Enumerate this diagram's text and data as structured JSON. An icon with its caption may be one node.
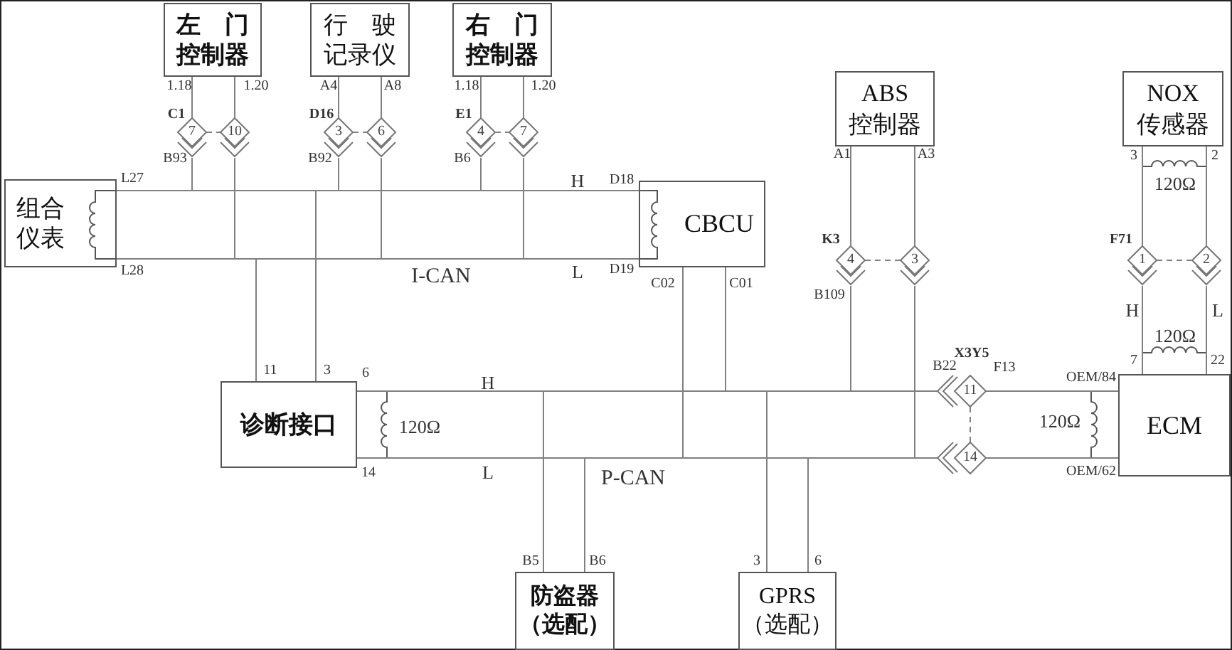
{
  "diagram": {
    "nodes": [
      {
        "text": [
          "左门",
          "控制器"
        ]
      },
      {
        "text": [
          "行驶",
          "记录仪"
        ]
      },
      {
        "text": [
          "右门",
          "控制器"
        ]
      },
      {
        "text": [
          "ABS 控制器"
        ]
      },
      {
        "text": [
          "NOX 传感器"
        ]
      },
      {
        "text": [
          "组合仪表"
        ]
      },
      {
        "text": [
          "CBCU"
        ]
      },
      {
        "text": [
          "诊断接口"
        ]
      },
      {
        "text": [
          "ECM"
        ]
      },
      {
        "text": [
          "防盗器（选配）"
        ]
      },
      {
        "text": [
          "GPRS（选配）"
        ]
      },
      {
        "text": [
          "7"
        ],
        "beside": [
          "C1",
          "B93"
        ]
      },
      {
        "text": [
          "10"
        ]
      },
      {
        "text": [
          "3"
        ],
        "beside": [
          "D16",
          "B92"
        ]
      },
      {
        "text": [
          "6"
        ]
      },
      {
        "text": [
          "4"
        ],
        "beside": [
          "E1",
          "B6"
        ]
      },
      {
        "text": [
          "7"
        ]
      },
      {
        "text": [
          "4"
        ],
        "beside": [
          "K3",
          "B109"
        ]
      },
      {
        "text": [
          "3"
        ]
      },
      {
        "text": [
          "1"
        ],
        "beside": [
          "F71"
        ]
      },
      {
        "text": [
          "2"
        ]
      },
      {
        "text": [
          "11"
        ],
        "beside": [
          "X3Y5",
          "B22",
          "F13"
        ]
      },
      {
        "text": [
          "14"
        ]
      }
    ],
    "edges": [
      {
        "from": 0,
        "to": 11,
        "arrow": "none"
      },
      {
        "from": 0,
        "to": 12,
        "arrow": "none"
      },
      {
        "from": 11,
        "to": 12,
        "arrow": "none",
        "style": "dashed"
      },
      {
        "from": 1,
        "to": 13,
        "arrow": "none"
      },
      {
        "from": 1,
        "to": 14,
        "arrow": "none"
      },
      {
        "from": 13,
        "to": 14,
        "arrow": "none",
        "style": "dashed"
      },
      {
        "from": 2,
        "to": 15,
        "arrow": "none"
      },
      {
        "from": 2,
        "to": 16,
        "arrow": "none"
      },
      {
        "from": 15,
        "to": 16,
        "arrow": "none",
        "style": "dashed"
      },
      {
        "from": 5,
        "to": 6,
        "arrow": "none"
      },
      {
        "from": 5,
        "to": 6,
        "arrow": "none"
      },
      {
        "from": 11,
        "to": 6,
        "arrow": "none"
      },
      {
        "from": 12,
        "to": 6,
        "arrow": "none"
      },
      {
        "from": 13,
        "to": 6,
        "arrow": "none"
      },
      {
        "from": 14,
        "to": 6,
        "arrow": "none"
      },
      {
        "from": 15,
        "to": 6,
        "arrow": "none"
      },
      {
        "from": 16,
        "to": 6,
        "arrow": "none"
      },
      {
        "from": 7,
        "to": 6,
        "arrow": "none"
      },
      {
        "from": 7,
        "to": 6,
        "arrow": "none"
      },
      {
        "from": 3,
        "to": 17,
        "arrow": "none"
      },
      {
        "from": 3,
        "to": 18,
        "arrow": "none"
      },
      {
        "from": 17,
        "to": 18,
        "arrow": "none",
        "style": "dashed"
      },
      {
        "from": 4,
        "to": 19,
        "arrow": "none"
      },
      {
        "from": 4,
        "to": 20,
        "arrow": "none"
      },
      {
        "from": 19,
        "to": 20,
        "arrow": "none",
        "style": "dashed"
      },
      {
        "from": 19,
        "to": 8,
        "arrow": "none"
      },
      {
        "from": 20,
        "to": 8,
        "arrow": "none"
      },
      {
        "from": 7,
        "to": 21,
        "arrow": "none"
      },
      {
        "from": 7,
        "to": 22,
        "arrow": "none"
      },
      {
        "from": 21,
        "to": 22,
        "arrow": "none",
        "style": "dashed"
      },
      {
        "from": 21,
        "to": 8,
        "arrow": "none"
      },
      {
        "from": 22,
        "to": 8,
        "arrow": "none"
      },
      {
        "from": 17,
        "to": 21,
        "arrow": "none"
      },
      {
        "from": 18,
        "to": 22,
        "arrow": "none"
      },
      {
        "from": 6,
        "to": 21,
        "arrow": "none"
      },
      {
        "from": 6,
        "to": 22,
        "arrow": "none"
      },
      {
        "from": 9,
        "to": 21,
        "arrow": "none"
      },
      {
        "from": 9,
        "to": 22,
        "arrow": "none"
      },
      {
        "from": 10,
        "to": 21,
        "arrow": "none"
      },
      {
        "from": 10,
        "to": 22,
        "arrow": "none"
      }
    ],
    "labels": [
      "1.18",
      "1.20",
      "A4",
      "A8",
      "1.18",
      "1.20",
      "A1",
      "A3",
      "3",
      "2",
      "120Ω",
      "L27",
      "H",
      "D18",
      "L28",
      "I-CAN",
      "L",
      "D19",
      "C02",
      "C01",
      "H",
      "L",
      "120Ω",
      "7",
      "22",
      "11",
      "3",
      "6",
      "H",
      "OEM/84",
      "120Ω",
      "120Ω",
      "14",
      "L",
      "P-CAN",
      "OEM/62",
      "B5",
      "B6",
      "3",
      "6"
    ]
  }
}
